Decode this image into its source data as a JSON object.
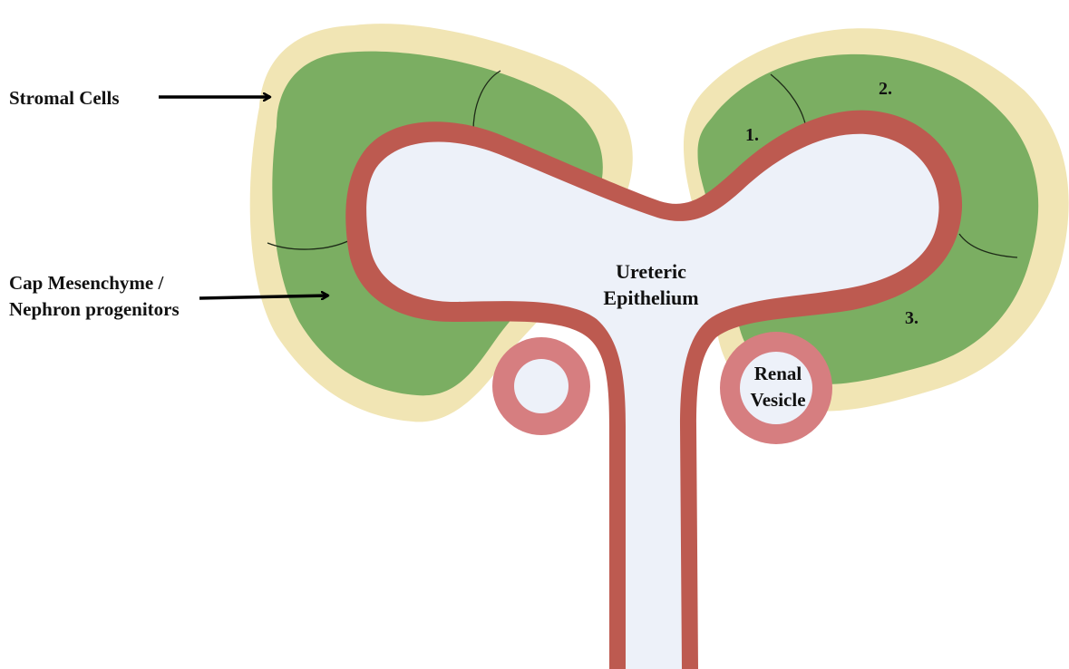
{
  "labels": {
    "stromal": "Stromal Cells",
    "cap_line1": "Cap Mesenchyme /",
    "cap_line2": "Nephron progenitors",
    "ureteric_line1": "Ureteric",
    "ureteric_line2": "Epithelium",
    "renal_line1": "Renal",
    "renal_line2": "Vesicle",
    "num1": "1.",
    "num2": "2.",
    "num3": "3."
  },
  "colors": {
    "stroma": "#F1E5B4",
    "mesenchyme": "#7BAE62",
    "epithelium_wall": "#BD5A50",
    "lumen": "#EDF1F9",
    "vesicle": "#D67E80",
    "arrow": "#000000"
  }
}
